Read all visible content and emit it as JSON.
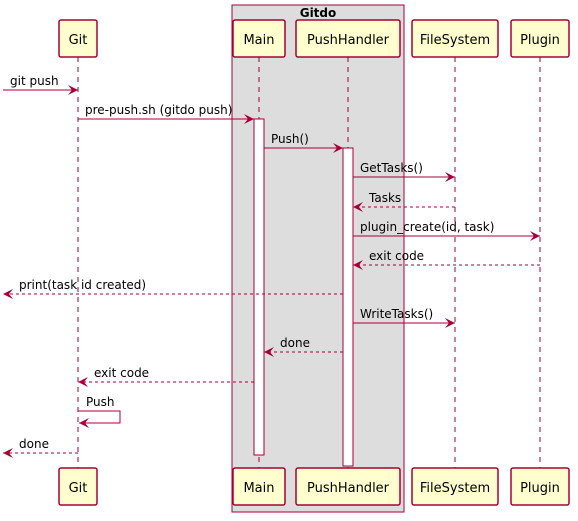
{
  "group": {
    "title": "Gitdo"
  },
  "participants": [
    {
      "id": "git",
      "name": "Git"
    },
    {
      "id": "main",
      "name": "Main"
    },
    {
      "id": "pushhandler",
      "name": "PushHandler"
    },
    {
      "id": "filesystem",
      "name": "FileSystem"
    },
    {
      "id": "plugin",
      "name": "Plugin"
    }
  ],
  "messages": [
    {
      "from": "external",
      "to": "git",
      "label": "git push",
      "style": "solid"
    },
    {
      "from": "git",
      "to": "main",
      "label": "pre-push.sh (gitdo push)",
      "style": "solid"
    },
    {
      "from": "main",
      "to": "pushhandler",
      "label": "Push()",
      "style": "solid"
    },
    {
      "from": "pushhandler",
      "to": "filesystem",
      "label": "GetTasks()",
      "style": "solid"
    },
    {
      "from": "filesystem",
      "to": "pushhandler",
      "label": "Tasks",
      "style": "dashed"
    },
    {
      "from": "pushhandler",
      "to": "plugin",
      "label": "plugin_create(id, task)",
      "style": "solid"
    },
    {
      "from": "plugin",
      "to": "pushhandler",
      "label": "exit code",
      "style": "dashed"
    },
    {
      "from": "pushhandler",
      "to": "external",
      "label": "print(task id created)",
      "style": "dashed"
    },
    {
      "from": "pushhandler",
      "to": "filesystem",
      "label": "WriteTasks()",
      "style": "solid"
    },
    {
      "from": "pushhandler",
      "to": "main",
      "label": "done",
      "style": "dashed"
    },
    {
      "from": "main",
      "to": "git",
      "label": "exit code",
      "style": "dashed"
    },
    {
      "from": "git",
      "to": "git",
      "label": "Push",
      "style": "solid"
    },
    {
      "from": "git",
      "to": "external",
      "label": "done",
      "style": "dashed"
    }
  ],
  "colors": {
    "participant_fill": "#FEFECE",
    "participant_border": "#A80036",
    "arrow": "#A80036",
    "lifeline": "#A80036",
    "group_fill": "#DDDDDD",
    "group_border": "#A80036",
    "activation_fill": "#FFFFFF"
  }
}
